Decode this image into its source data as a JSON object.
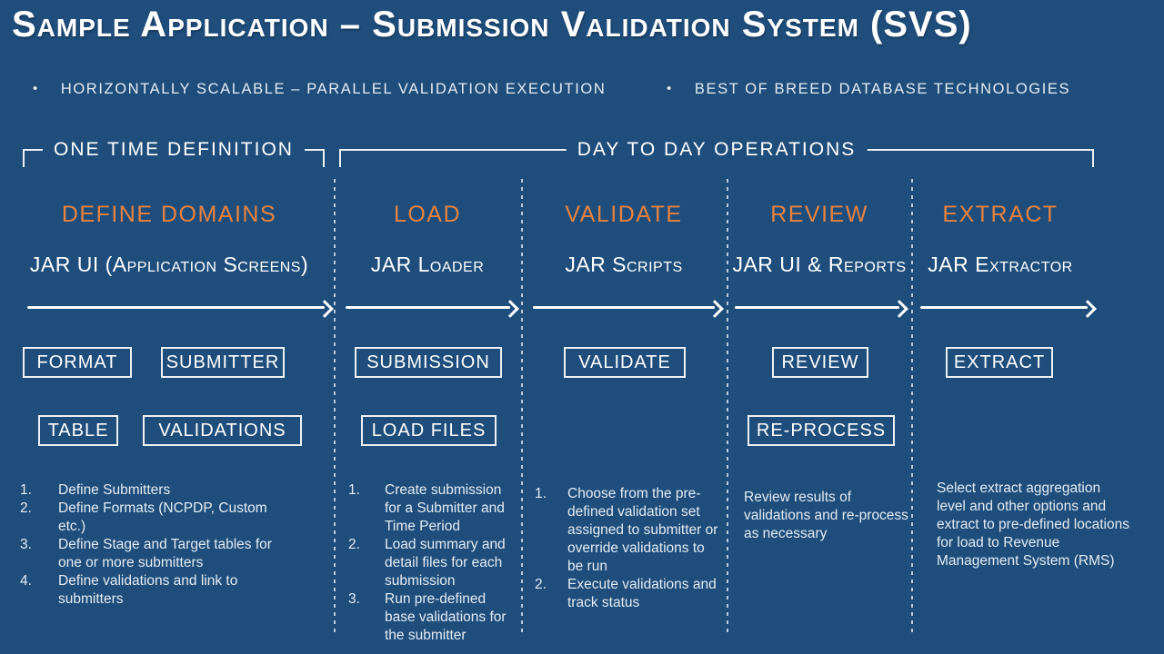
{
  "colors": {
    "background": "#1F4E7C",
    "accent_orange": "#E8823E",
    "line_white": "#EDF1F6"
  },
  "title": "Sample Application – Submission Validation System (SVS)",
  "bullets": {
    "marker": "•",
    "first": "HORIZONTALLY SCALABLE – PARALLEL VALIDATION EXECUTION",
    "second": "BEST OF BREED DATABASE TECHNOLOGIES"
  },
  "phase_brackets": {
    "one_time": "ONE TIME DEFINITION",
    "day_to_day": "DAY TO DAY OPERATIONS"
  },
  "columns": [
    {
      "header": "DEFINE DOMAINS",
      "tool": "JAR UI (Application Screens)",
      "boxes": [
        "FORMAT",
        "SUBMITTER",
        "TABLE",
        "VALIDATIONS"
      ],
      "step_numbers": [
        "1.",
        "2.",
        "3.",
        "4."
      ],
      "steps": [
        "Define Submitters",
        "Define Formats (NCPDP, Custom etc.)",
        "Define Stage and Target tables for one or more submitters",
        "Define validations and link to submitters"
      ]
    },
    {
      "header": "LOAD",
      "tool": "JAR Loader",
      "boxes": [
        "SUBMISSION",
        "LOAD FILES"
      ],
      "step_numbers": [
        "1.",
        "2.",
        "3."
      ],
      "steps": [
        "Create submission for a Submitter and Time Period",
        "Load summary and detail files for each submission",
        "Run pre-defined base validations for the submitter"
      ]
    },
    {
      "header": "VALIDATE",
      "tool": "JAR Scripts",
      "boxes": [
        "VALIDATE"
      ],
      "step_numbers": [
        "1.",
        "2."
      ],
      "steps": [
        "Choose from the pre-defined validation set assigned to submitter or override validations to be run",
        "Execute validations and track status"
      ]
    },
    {
      "header": "REVIEW",
      "tool": "JAR UI & Reports",
      "boxes": [
        "REVIEW",
        "RE-PROCESS"
      ],
      "note": "Review results of validations and re-process as necessary"
    },
    {
      "header": "EXTRACT",
      "tool": "JAR Extractor",
      "boxes": [
        "EXTRACT"
      ],
      "note": "Select extract aggregation level and other options and extract to pre-defined locations for load to Revenue Management System (RMS)"
    }
  ]
}
